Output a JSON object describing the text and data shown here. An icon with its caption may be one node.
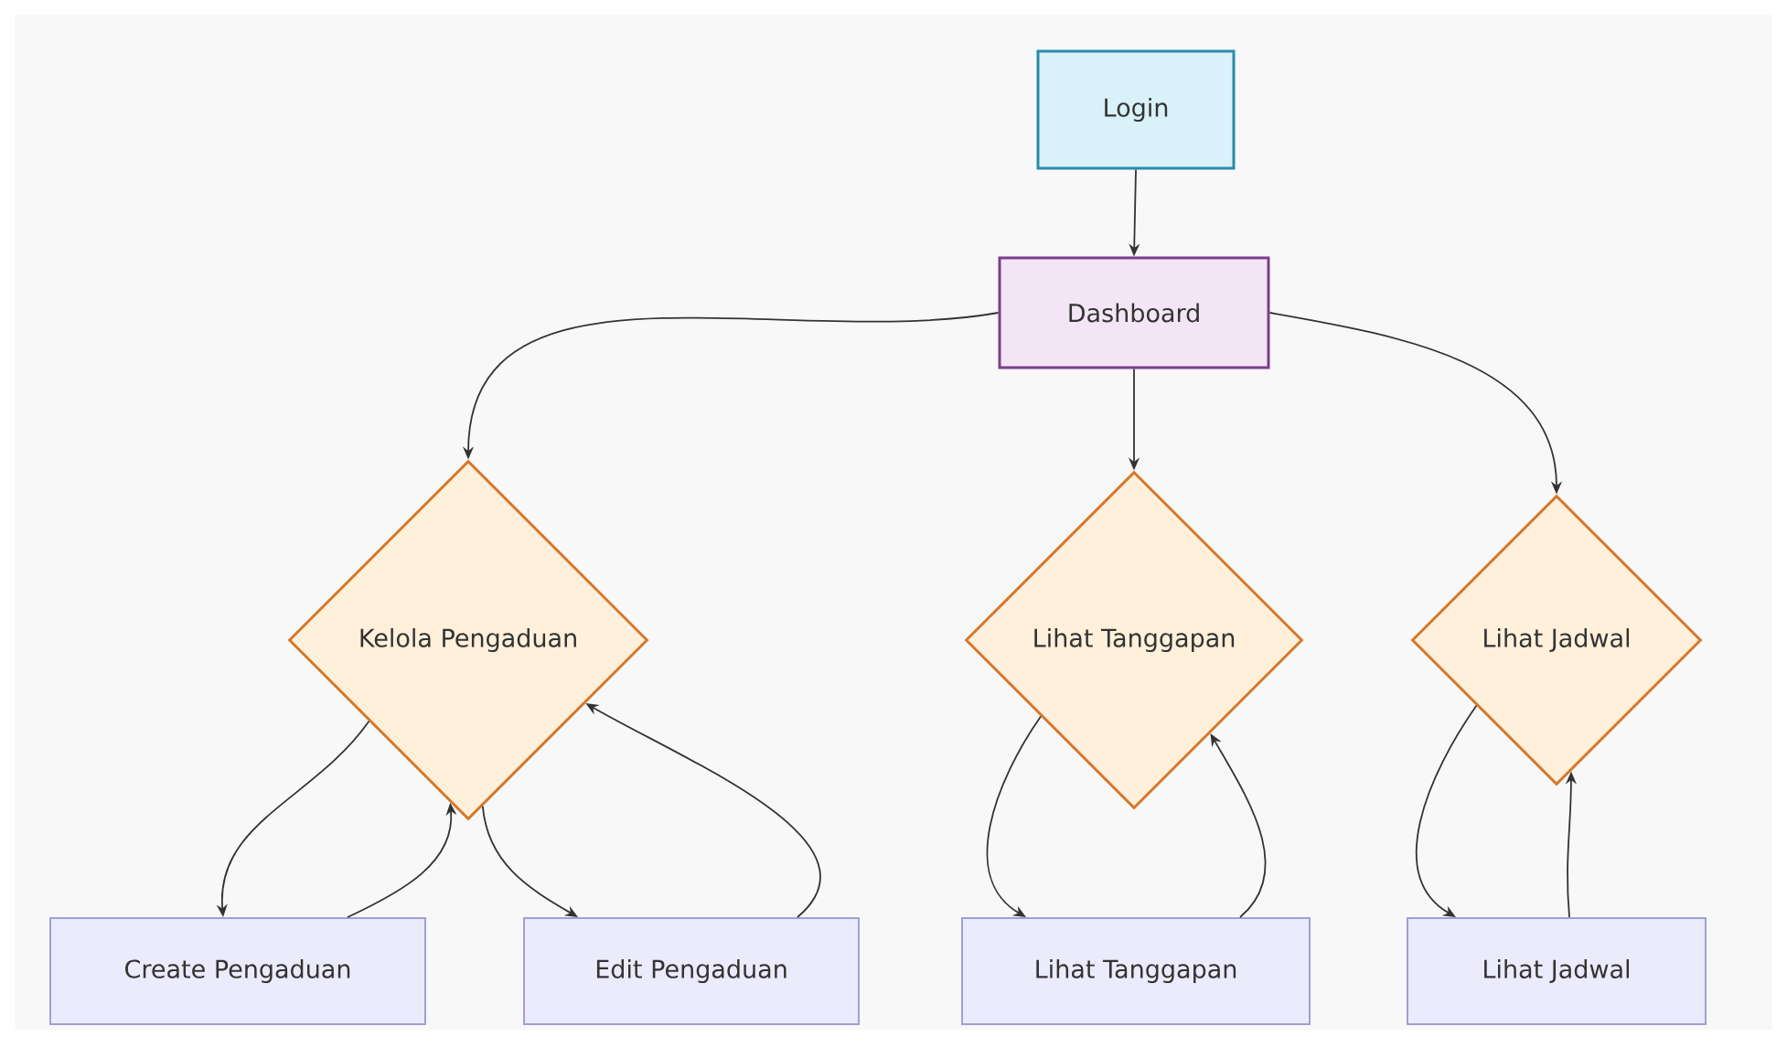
{
  "diagram": {
    "nodes": [
      {
        "text": [
          "Login"
        ]
      },
      {
        "text": [
          "Dashboard"
        ]
      },
      {
        "text": [
          "Kelola Pengaduan"
        ]
      },
      {
        "text": [
          "Lihat Tanggapan"
        ]
      },
      {
        "text": [
          "Lihat Jadwal"
        ]
      },
      {
        "text": [
          "Create Pengaduan"
        ]
      },
      {
        "text": [
          "Edit Pengaduan"
        ]
      },
      {
        "text": [
          "Lihat Tanggapan"
        ]
      },
      {
        "text": [
          "Lihat Jadwal"
        ]
      }
    ],
    "edges": [
      {
        "from": 0,
        "to": 1,
        "arrow": "to"
      },
      {
        "from": 1,
        "to": 2,
        "arrow": "to"
      },
      {
        "from": 1,
        "to": 3,
        "arrow": "to"
      },
      {
        "from": 1,
        "to": 4,
        "arrow": "to"
      },
      {
        "from": 2,
        "to": 5,
        "arrow": "to"
      },
      {
        "from": 5,
        "to": 2,
        "arrow": "to"
      },
      {
        "from": 2,
        "to": 6,
        "arrow": "to"
      },
      {
        "from": 6,
        "to": 2,
        "arrow": "to"
      },
      {
        "from": 3,
        "to": 7,
        "arrow": "to"
      },
      {
        "from": 7,
        "to": 3,
        "arrow": "to"
      },
      {
        "from": 4,
        "to": 8,
        "arrow": "to"
      },
      {
        "from": 8,
        "to": 4,
        "arrow": "to"
      }
    ]
  }
}
